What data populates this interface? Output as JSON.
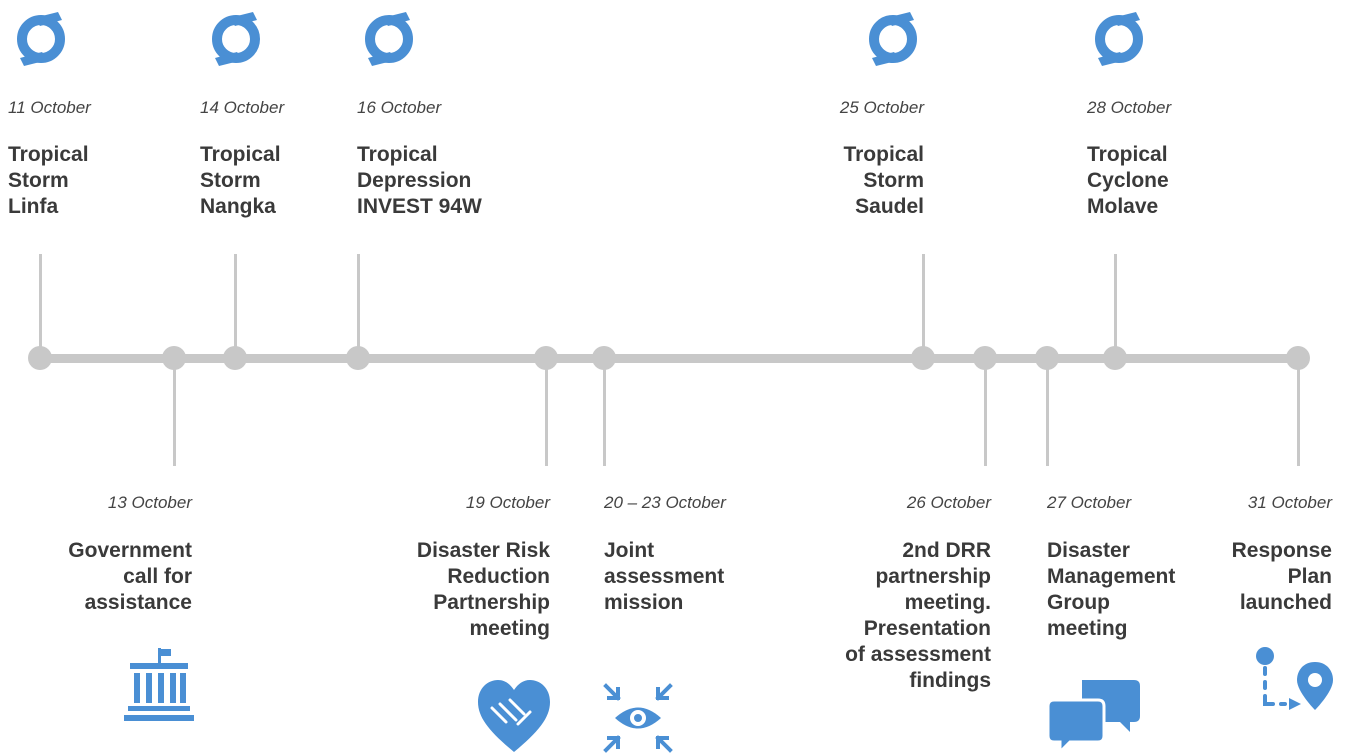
{
  "colors": {
    "axis": "#c8c8c8",
    "icon_blue": "#4a8fd4",
    "text": "#3a3a3a"
  },
  "events_top": [
    {
      "date": "11 October",
      "title": [
        "Tropical",
        "Storm",
        "Linfa"
      ],
      "icon": "cyclone-icon"
    },
    {
      "date": "14 October",
      "title": [
        "Tropical",
        "Storm",
        "Nangka"
      ],
      "icon": "cyclone-icon"
    },
    {
      "date": "16 October",
      "title": [
        "Tropical",
        "Depression",
        "INVEST 94W"
      ],
      "icon": "cyclone-icon"
    },
    {
      "date": "25 October",
      "title": [
        "Tropical",
        "Storm",
        "Saudel"
      ],
      "icon": "cyclone-icon"
    },
    {
      "date": "28 October",
      "title": [
        "Tropical",
        "Cyclone",
        "Molave"
      ],
      "icon": "cyclone-icon"
    }
  ],
  "events_bottom": [
    {
      "date": "13 October",
      "title": [
        "Government",
        "call for",
        "assistance"
      ],
      "icon": "government-building-icon"
    },
    {
      "date": "19 October",
      "title": [
        "Disaster Risk",
        "Reduction",
        "Partnership",
        "meeting"
      ],
      "icon": "handshake-heart-icon"
    },
    {
      "date": "20 – 23 October",
      "title": [
        "Joint",
        "assessment",
        "mission"
      ],
      "icon": "eye-focus-icon"
    },
    {
      "date": "26 October",
      "title": [
        "2nd DRR",
        "partnership",
        "meeting.",
        "Presentation",
        "of assessment",
        "findings"
      ],
      "icon": "none"
    },
    {
      "date": "27 October",
      "title": [
        "Disaster",
        "Management",
        "Group",
        "meeting"
      ],
      "icon": "speech-bubbles-icon"
    },
    {
      "date": "31 October",
      "title": [
        "Response",
        "Plan",
        "launched"
      ],
      "icon": "route-pin-icon"
    }
  ]
}
